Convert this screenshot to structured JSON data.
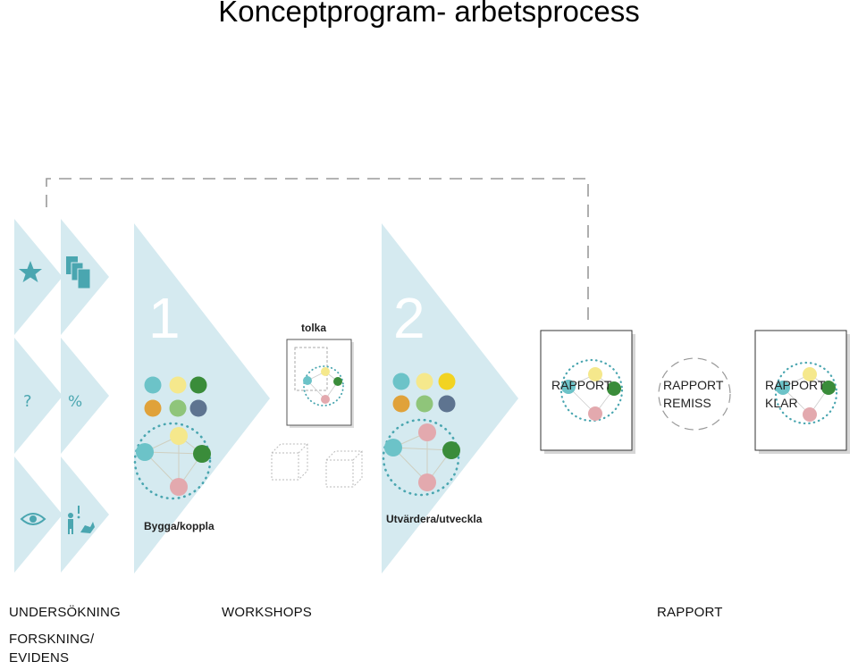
{
  "title": "Konceptprogram- arbetsprocess",
  "steps": {
    "step1_number": "1",
    "step2_number": "2",
    "tolka_label": "tolka",
    "step1_caption": "Bygga/koppla",
    "step2_caption": "Utvärdera/utveckla"
  },
  "research_icons": {
    "row2_left": "?",
    "row2_right": "%"
  },
  "reports": {
    "report1": "RAPPORT",
    "report2_line1": "RAPPORT",
    "report2_line2": "REMISS",
    "report3_line1": "RAPPORT",
    "report3_line2": "KLAR"
  },
  "phases": {
    "undersokning": "UNDERSÖKNING",
    "forskning_line1": "FORSKNING/",
    "forskning_line2": "EVIDENS",
    "workshops": "WORKSHOPS",
    "rapport": "RAPPORT"
  },
  "colors": {
    "triangle": "#d5eaf0",
    "teal": "#6cc3c8",
    "yellow": "#f5e88c",
    "green": "#3a8c3a",
    "pink": "#e3a9ae",
    "orange": "#e0a23a",
    "light_green": "#8fc57a",
    "slate": "#5e7490"
  }
}
